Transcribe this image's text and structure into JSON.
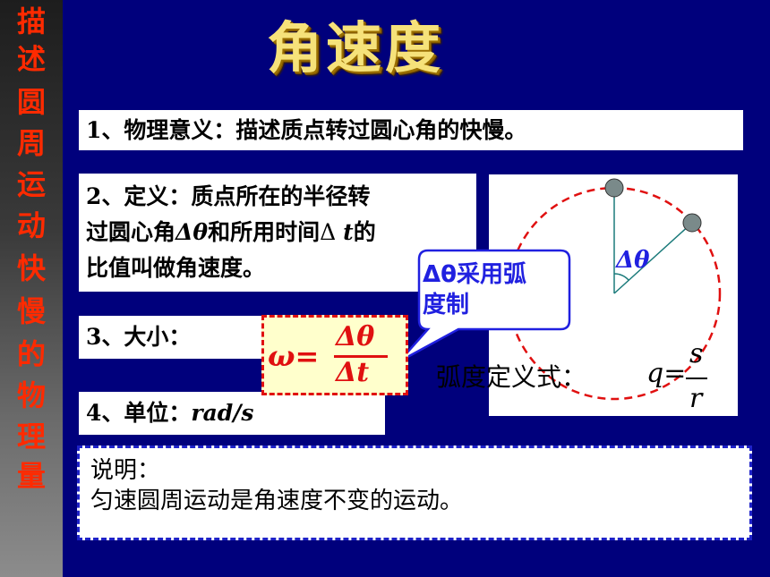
{
  "sidebar": {
    "chars": [
      "描",
      "述",
      "圆",
      "周",
      "运",
      "动",
      "快",
      "慢",
      "的",
      "物",
      "理",
      "量"
    ]
  },
  "title": "角速度",
  "items": {
    "meaning": "1、物理意义：描述质点转过圆心角的快慢。",
    "definition_line1": "2、定义：质点所在的半径转",
    "definition_line2_a": "过圆心角",
    "definition_line2_b": "Δθ",
    "definition_line2_c": "和所用时间",
    "definition_line2_d": "Δ ",
    "definition_line2_e": "t",
    "definition_line2_f": "的",
    "definition_line3": "比值叫做角速度。",
    "magnitude": "3、大小：",
    "unit_label": "4、单位：",
    "unit_value": "rad/s"
  },
  "formula": {
    "lhs": "ω=",
    "numerator": "Δθ",
    "denominator": "Δt"
  },
  "callout": {
    "line1": "Δθ采用弧",
    "line2": "度制"
  },
  "diagram": {
    "angle_label": "Δθ"
  },
  "radian_definition": {
    "label": "弧度定义式：",
    "lhs": "q=",
    "numerator": "s",
    "denominator": "r"
  },
  "note": {
    "line1": "说明：",
    "line2": "匀速圆周运动是角速度不变的运动。"
  },
  "colors": {
    "background": "#00007c",
    "sidebar_text": "#ff2a00",
    "title": "#f6e27a",
    "formula_border": "#e01010",
    "note_border": "#1e22c8"
  }
}
